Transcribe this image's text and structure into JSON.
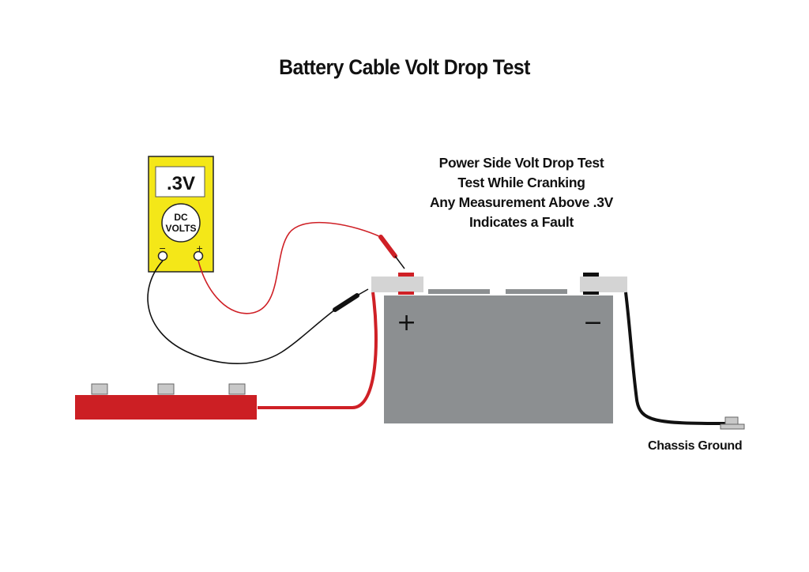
{
  "title": "Battery Cable Volt Drop Test",
  "notes": [
    "Power Side Volt Drop Test",
    "Test While Cranking",
    "Any Measurement Above .3V",
    "Indicates a Fault"
  ],
  "meter": {
    "reading": ".3V",
    "dial_line1": "DC",
    "dial_line2": "VOLTS",
    "neg_symbol": "−",
    "pos_symbol": "+"
  },
  "battery": {
    "pos_symbol": "+",
    "neg_symbol": "−"
  },
  "ground_label": "Chassis Ground",
  "colors": {
    "meter_body": "#f4e718",
    "battery_body": "#8c8f91",
    "positive_cable": "#cf2026",
    "starter_bar": "#cc1f24",
    "negative_cable": "#111111",
    "terminal": "#d4d4d4"
  }
}
